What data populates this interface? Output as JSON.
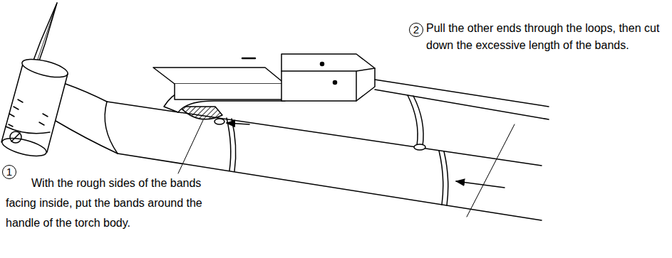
{
  "diagram": {
    "labels": [
      "1",
      "With the rough sides of the bands facing inside, put the bands around the handle of the torch body.",
      "2",
      "Pull the other ends through the loops, then cut down the excessive length of the bands."
    ]
  }
}
